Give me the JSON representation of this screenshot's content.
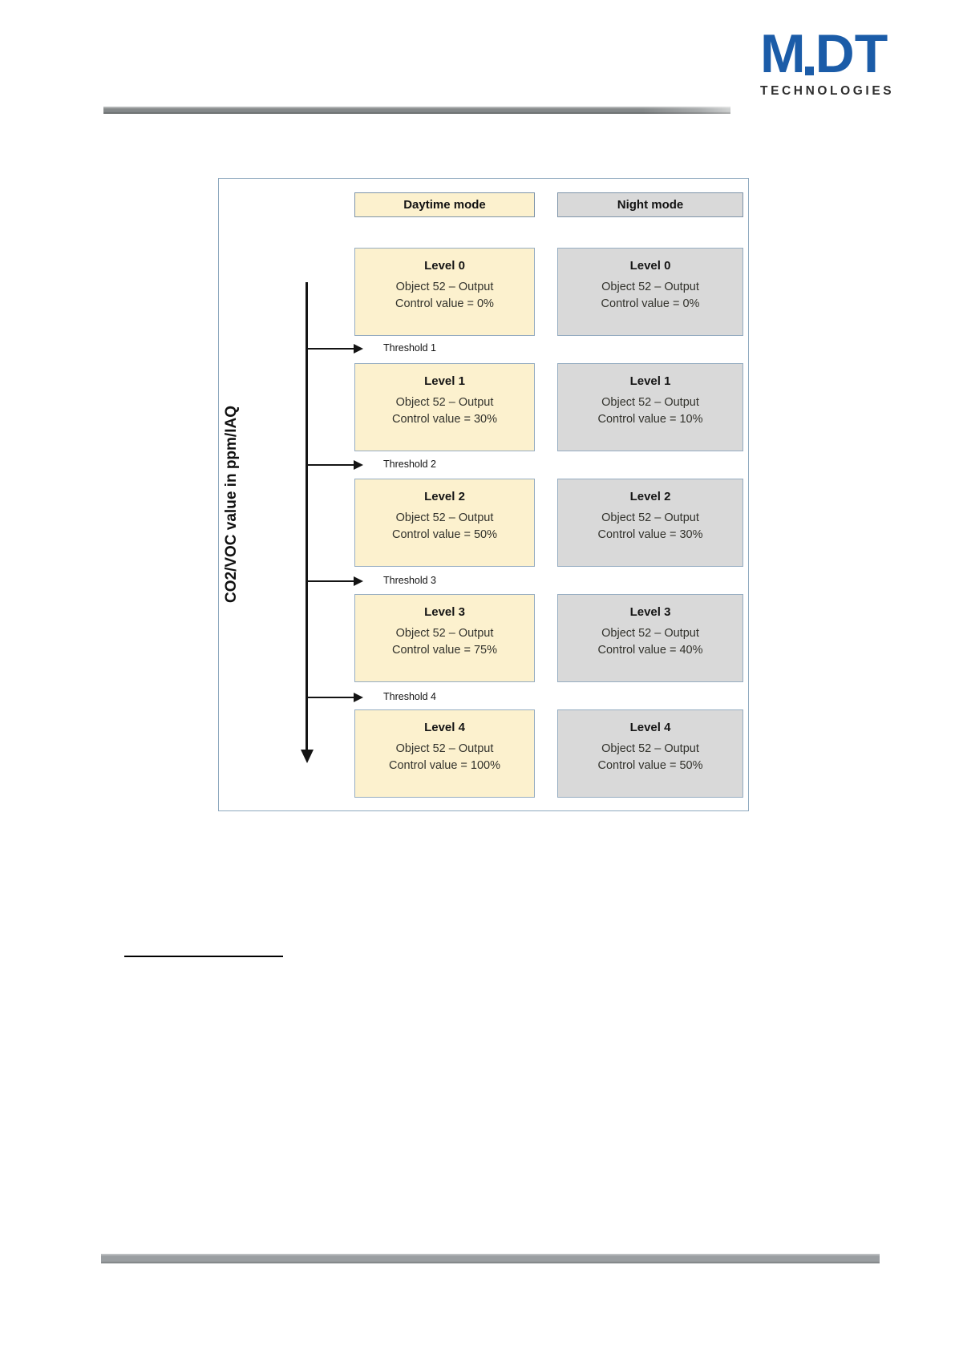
{
  "logo": {
    "brand_m": "M",
    "brand_dt": "DT",
    "brand_full": "MDT",
    "subtitle": "TECHNOLOGIES",
    "brand_color": "#1B5CA8"
  },
  "diagram": {
    "axis_label": "CO2/VOC value in ppm/IAQ",
    "day_header": "Daytime mode",
    "night_header": "Night mode",
    "colors": {
      "day_fill": "#FCF1CE",
      "night_fill": "#D9D9D9",
      "frame_border": "#8FA9BF"
    },
    "thresholds": [
      "Threshold 1",
      "Threshold 2",
      "Threshold 3",
      "Threshold 4"
    ],
    "levels": [
      {
        "title": "Level 0",
        "day": {
          "line1": "Object 52 – Output",
          "line2": "Control value = 0%"
        },
        "night": {
          "line1": "Object 52 – Output",
          "line2": "Control value = 0%"
        }
      },
      {
        "title": "Level 1",
        "day": {
          "line1": "Object 52 – Output",
          "line2": "Control value = 30%"
        },
        "night": {
          "line1": "Object 52 – Output",
          "line2": "Control value = 10%"
        }
      },
      {
        "title": "Level 2",
        "day": {
          "line1": "Object 52 – Output",
          "line2": "Control value = 50%"
        },
        "night": {
          "line1": "Object 52 – Output",
          "line2": "Control value = 30%"
        }
      },
      {
        "title": "Level 3",
        "day": {
          "line1": "Object 52 – Output",
          "line2": "Control value = 75%"
        },
        "night": {
          "line1": "Object 52 – Output",
          "line2": "Control value = 40%"
        }
      },
      {
        "title": "Level 4",
        "day": {
          "line1": "Object 52 – Output",
          "line2": "Control value = 100%"
        },
        "night": {
          "line1": "Object 52 – Output",
          "line2": "Control value = 50%"
        }
      }
    ]
  }
}
